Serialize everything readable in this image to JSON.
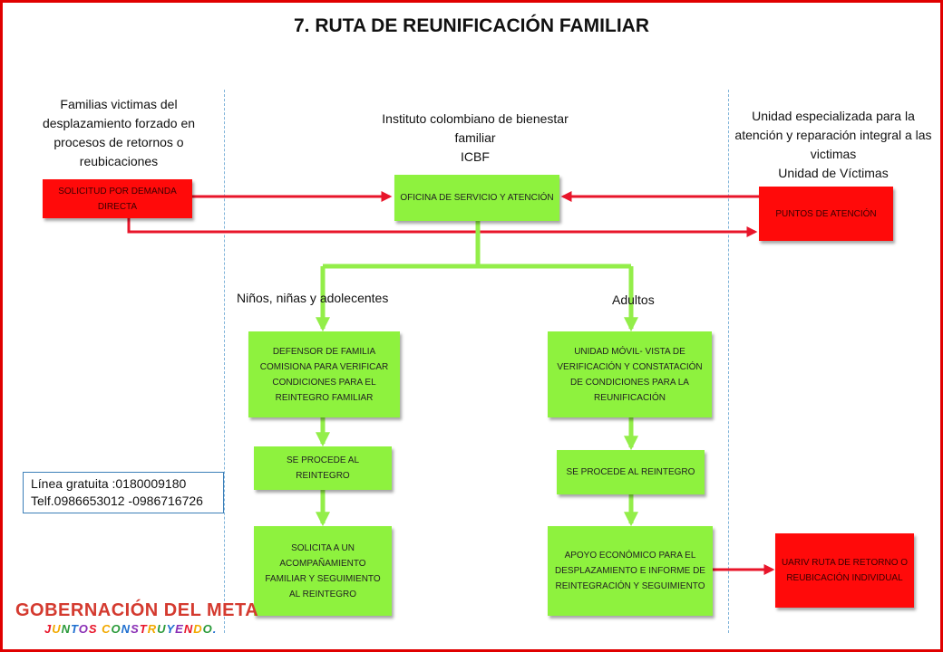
{
  "title": "7. RUTA DE REUNIFICACIÓN FAMILIAR",
  "columns": {
    "left": "Familias  victimas del desplazamiento  forzado en procesos de retornos o reubicaciones",
    "center": [
      "Instituto colombiano de bienestar",
      "familiar",
      "ICBF"
    ],
    "right": [
      "Unidad especializada para la",
      "atención y reparación integral a las",
      "victimas",
      "Unidad de Víctimas"
    ]
  },
  "boxes": {
    "solicitud": "SOLICITUD  POR DEMANDA  DIRECTA",
    "oficina": "OFICINA  DE  SERVICIO  Y  ATENCIÓN",
    "puntos": "PUNTOS DE ATENCIÓN",
    "defensor": "DEFENSOR  DE  FAMILIA COMISIONA  PARA VERIFICAR  CONDICIONES PARA EL REINTEGRO FAMILIAR",
    "unidad_movil": "UNIDAD  MÓVIL-  VISTA  DE VERIFICACIÓN  Y CONSTATACIÓN  DE CONDICIONES  PARA LA REUNIFICACIÓN",
    "procede_left": "SE  PROCEDE  AL REINTEGRO",
    "procede_right": "SE  PROCEDE  AL REINTEGRO",
    "solicita": "SOLICITA  A UN ACOMPAÑAMIENTO FAMILIAR Y SEGUIMIENTO  AL REINTEGRO",
    "apoyo": "APOYO ECONÓMICO PARA EL DESPLAZAMIENTO  E INFORME  DE REINTEGRACIÓN  Y SEGUIMIENTO",
    "uariv": "UARIV  RUTA DE RETORNO  O REUBICACIÓN INDIVIDUAL"
  },
  "branch_labels": {
    "ninos": "Niños, niñas y adolecentes",
    "adultos": "Adultos"
  },
  "contact": {
    "linea": "Línea gratuita :0180009180",
    "telf": "Telf.0986653012 -0986716726"
  },
  "logo": {
    "top": "GOBERNACIÓN DEL META",
    "bottom": "JUNTOS CONSTRUYENDO."
  },
  "colors": {
    "green": "#8ef23e",
    "red": "#ff0a0a",
    "arrow_green": "#93ee49",
    "arrow_red": "#e8152a",
    "logo_red": "#d43a2f"
  }
}
